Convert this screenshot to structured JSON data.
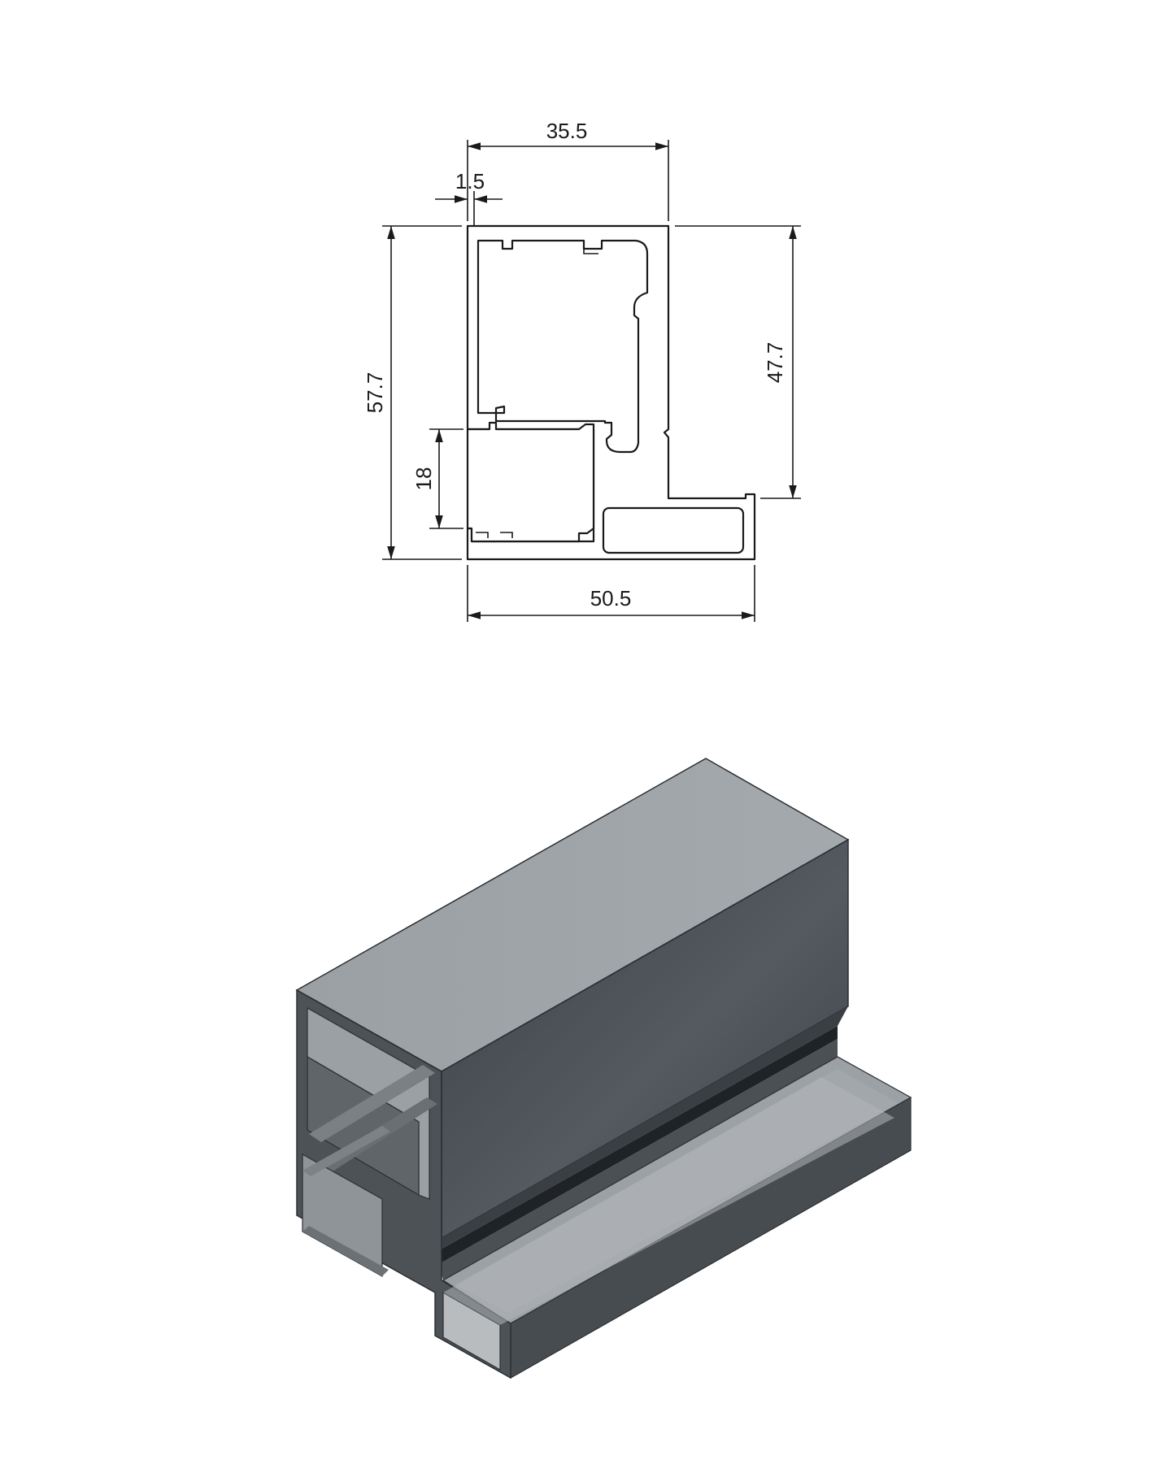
{
  "drawing": {
    "dimensions": {
      "top_width": "35.5",
      "wall_thickness": "1.5",
      "total_height": "57.7",
      "right_height": "47.7",
      "lower_opening": "18",
      "bottom_width": "50.5"
    }
  },
  "colors": {
    "line": "#1a1a1a",
    "light_face": "#9da2a6",
    "dark_face": "#4a4f54",
    "darkest": "#2c3034"
  }
}
